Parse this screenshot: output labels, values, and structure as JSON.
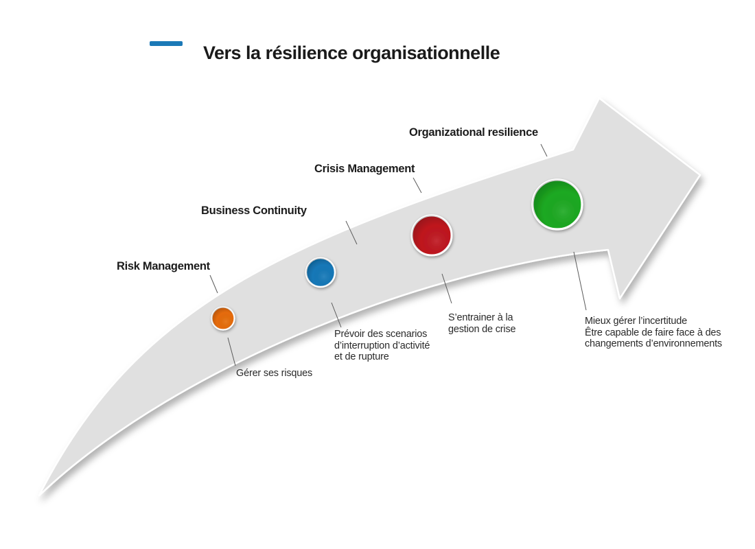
{
  "title": {
    "text": "Vers la résilience organisationnelle",
    "accent_color": "#1b79b7"
  },
  "diagram": {
    "arrow_color": "#e0e0e0",
    "leader_line_color": "#5a5a5a",
    "stages": [
      {
        "label": "Risk Management",
        "color": "#e66c08",
        "description_lines": [
          "Gérer ses risques"
        ]
      },
      {
        "label": "Business Continuity",
        "color": "#1478b8",
        "description_lines": [
          "Prévoir des scenarios",
          "d’interruption d’activité",
          "et de rupture"
        ]
      },
      {
        "label": "Crisis Management",
        "color": "#bf161f",
        "description_lines": [
          "S’entrainer à la",
          "gestion de crise"
        ]
      },
      {
        "label": "Organizational resilience",
        "color": "#1ca921",
        "description_lines": [
          "Mieux gérer l’incertitude",
          "Être capable de faire face à des",
          "changements d’environnements"
        ]
      }
    ]
  }
}
